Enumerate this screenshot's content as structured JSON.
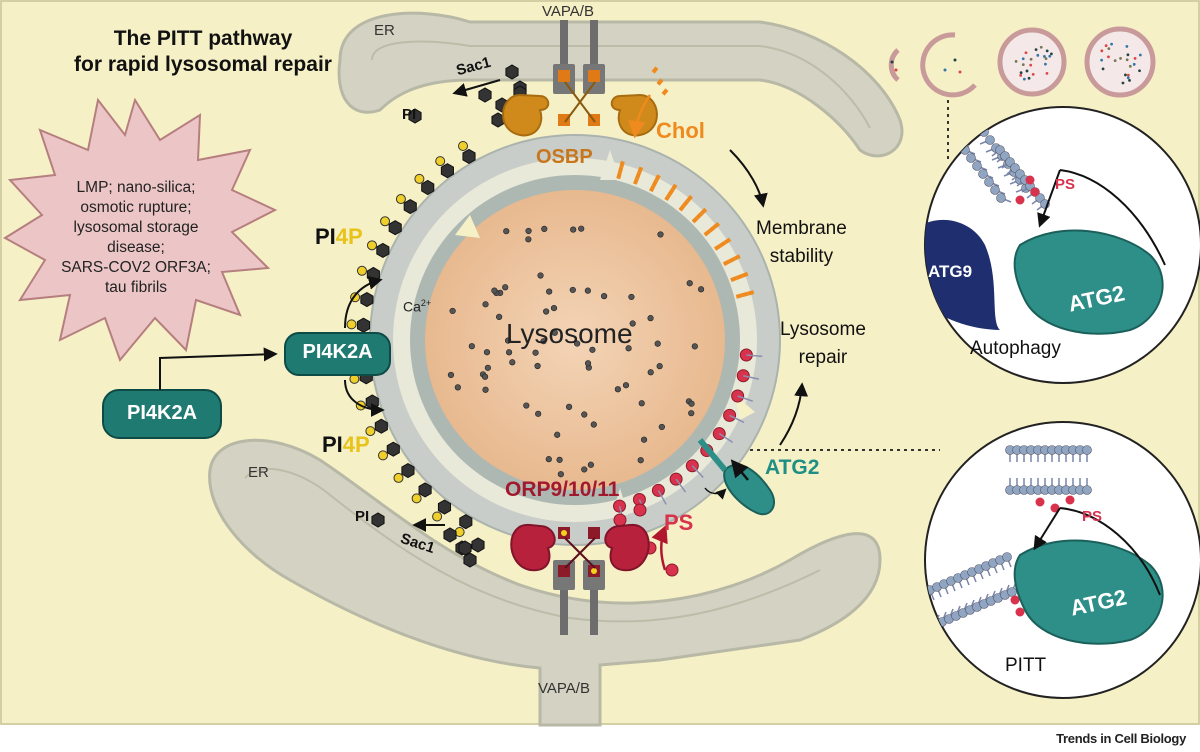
{
  "title": {
    "line1": "The PITT pathway",
    "line2": "for rapid lysosomal repair"
  },
  "labels": {
    "er_top": "ER",
    "er_bottom": "ER",
    "vapa_top": "VAPA/B",
    "vapa_bottom": "VAPA/B",
    "sac1_top": "Sac1",
    "sac1_bottom": "Sac1",
    "pi_top": "PI",
    "pi_bottom": "PI",
    "chol": "Chol",
    "osbp": "OSBP",
    "membrane_stability_1": "Membrane",
    "membrane_stability_2": "stability",
    "pi4p_top_a": "PI",
    "pi4p_top_b": "4P",
    "pi4p_bottom_a": "PI",
    "pi4p_bottom_b": "4P",
    "ca": "Ca",
    "ca_sup": "2+",
    "lysosome": "Lysosome",
    "lysosome_repair_1": "Lysosome",
    "lysosome_repair_2": "repair",
    "orp": "ORP9/10/11",
    "ps": "PS",
    "atg2": "ATG2",
    "pi4k2a_membrane": "PI4K2A",
    "pi4k2a_cytosol": "PI4K2A"
  },
  "stress_lines": [
    "LMP; nano-silica;",
    "osmotic rupture;",
    "lysosomal storage",
    "disease;",
    "SARS-COV2 ORF3A;",
    "tau fibrils"
  ],
  "insets": {
    "autophagy": {
      "ps": "PS",
      "atg9": "ATG9",
      "atg2": "ATG2",
      "caption": "Autophagy"
    },
    "pitt": {
      "ps": "PS",
      "atg2": "ATG2",
      "caption": "PITT"
    }
  },
  "credit": "Trends in Cell Biology",
  "colors": {
    "background": "#f6f0c6",
    "er": "#cfcfc0",
    "lumen": "#f0c9a6",
    "membrane": "#b8c0bc",
    "teal": "#1f7a72",
    "pi4p_yellow": "#e8c31a",
    "chol_orange": "#ef8a1e",
    "osbp_orange": "#c8761b",
    "ps_red": "#d8324d",
    "orp_red": "#a1192f",
    "stress_pink": "#ecc6c6",
    "atg9_navy": "#1f2e6e"
  },
  "icons": [
    "er-membrane",
    "lysosome",
    "osbp-protein",
    "orp-protein",
    "atg2-protein",
    "atg9-protein",
    "stress-burst",
    "vesicle-icon"
  ]
}
